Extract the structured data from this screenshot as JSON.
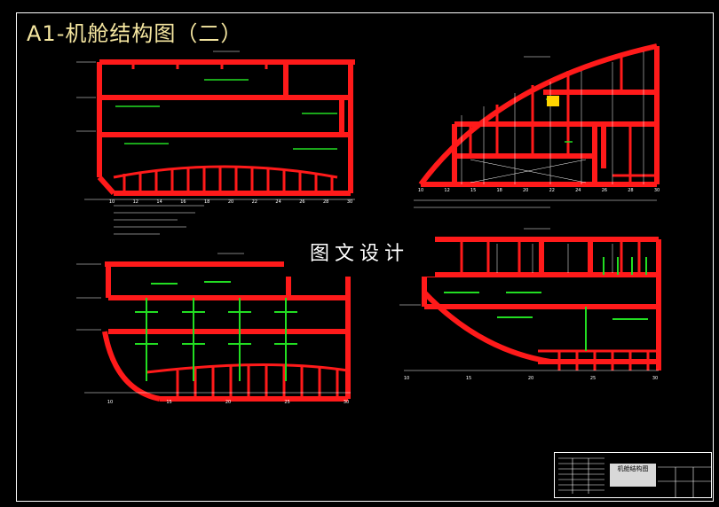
{
  "title": "A1-机舱结构图（二）",
  "watermark": "图文设计",
  "title_block": {
    "drawing_name": "机舱结构图"
  },
  "colors": {
    "background": "#000000",
    "structure": "#ff1a1a",
    "members": "#22dd22",
    "dims": "#ffffff",
    "title": "#f5e6a0"
  },
  "views": [
    {
      "frame_labels": [
        "10",
        "12",
        "14",
        "16",
        "18",
        "20",
        "22",
        "24",
        "26",
        "28",
        "30"
      ]
    },
    {
      "frame_labels": [
        "10",
        "12",
        "15",
        "18",
        "20",
        "22",
        "24",
        "26",
        "28",
        "30"
      ]
    },
    {
      "frame_labels": [
        "10",
        "15",
        "20",
        "25",
        "30"
      ]
    },
    {
      "frame_labels": [
        "10",
        "15",
        "20",
        "25",
        "30"
      ]
    }
  ]
}
